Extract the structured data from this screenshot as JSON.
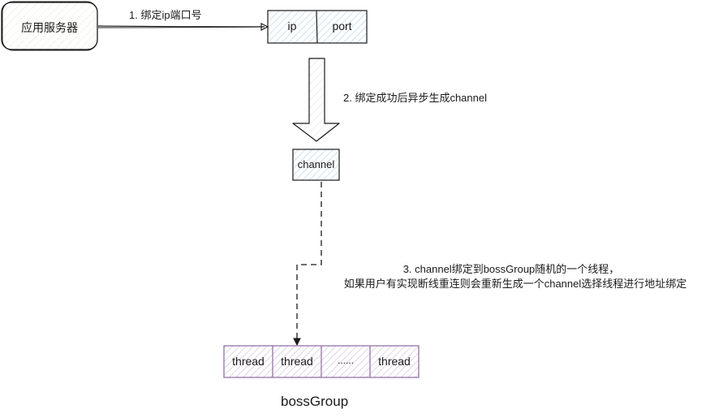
{
  "diagram": {
    "server_node": {
      "label": "应用服务器"
    },
    "step1": {
      "label": "1. 绑定ip端口号"
    },
    "address_record": {
      "fields": [
        {
          "label": "ip"
        },
        {
          "label": "port"
        }
      ]
    },
    "step2": {
      "label": "2. 绑定成功后异步生成channel"
    },
    "channel_node": {
      "label": "channel"
    },
    "step3": {
      "line1": "3. channel绑定到bossGroup随机的一个线程，",
      "line2": "如果用户有实现断线重连则会重新生成一个channel选择线程进行地址绑定"
    },
    "boss_group": {
      "title": "bossGroup",
      "threads": [
        {
          "label": "thread"
        },
        {
          "label": "thread"
        },
        {
          "label": "......"
        },
        {
          "label": "thread"
        }
      ]
    },
    "colors": {
      "stroke": "#1a1a1a",
      "blue_hatch": "#dae8fc",
      "purple_stroke": "#9673a6",
      "purple_hatch": "#e1d5e7",
      "server_fill": "#f9f7ed"
    }
  }
}
